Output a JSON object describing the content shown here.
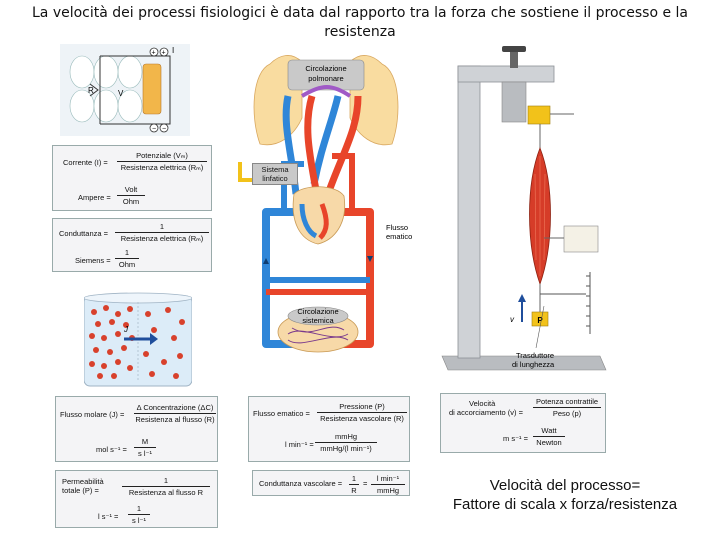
{
  "title": "La velocità dei processi fisiologici è data dal rapporto tra la forza che sostiene il processo e la resistenza",
  "caption": {
    "line1": "Velocità del processo=",
    "line2": "Fattore di scala x forza/resistenza"
  },
  "circuit": {
    "label_i": "I",
    "label_r": "R",
    "label_v": "V"
  },
  "electric": {
    "eq1_lhs": "Corrente (I) =",
    "eq1_num": "Potenziale (Vₘ)",
    "eq1_den": "Resistenza elettrica (Rₘ)",
    "eq2_lhs": "Ampere =",
    "eq2_num": "Volt",
    "eq2_den": "Ohm",
    "eq3_lhs": "Conduttanza =",
    "eq3_num": "1",
    "eq3_den": "Resistenza elettrica (Rₘ)",
    "eq4_lhs": "Siemens =",
    "eq4_num": "1",
    "eq4_den": "Ohm"
  },
  "diffusion": {
    "flux_label": "J",
    "eq1_lhs": "Flusso molare (J) =",
    "eq1_num": "Δ Concentrazione (ΔC)",
    "eq1_den": "Resistenza al flusso (R)",
    "eq2_lhs": "mol s⁻¹ =",
    "eq2_num": "M",
    "eq2_den": "s l⁻¹",
    "eq3_lhs1": "Permeabilità",
    "eq3_lhs2": "totale (P) =",
    "eq3_num": "1",
    "eq3_den": "Resistenza al flusso R",
    "eq4_lhs": "l s⁻¹ =",
    "eq4_num": "1",
    "eq4_den": "s l⁻¹"
  },
  "circulation": {
    "pulmonary1": "Circolazione",
    "pulmonary2": "polmonare",
    "lymph1": "Sistema",
    "lymph2": "linfatico",
    "flow1": "Flusso",
    "flow2": "ematico",
    "systemic1": "Circolazione",
    "systemic2": "sistemica",
    "eq1_lhs": "Flusso ematico =",
    "eq1_num": "Pressione (P)",
    "eq1_den": "Resistenza vascolare (R)",
    "eq2_lhs": "l min⁻¹ =",
    "eq2_num": "mmHg",
    "eq2_den": "mmHg/(l min⁻¹)",
    "eq3_lhs": "Conduttanza vascolare =",
    "eq3_num": "1",
    "eq3_den": "R",
    "eq3_eq": "=",
    "eq3_num2": "l min⁻¹",
    "eq3_den2": "mmHg"
  },
  "muscle": {
    "weight": "P",
    "v": "v",
    "transducer1": "Trasduttore",
    "transducer2": "di lunghezza",
    "eq1_lhs1": "Velocità",
    "eq1_lhs2": "di accorciamento (v) =",
    "eq1_num": "Potenza contrattile",
    "eq1_den": "Peso (p)",
    "eq2_lhs": "m s⁻¹ =",
    "eq2_num": "Watt",
    "eq2_den": "Newton"
  },
  "colors": {
    "arterial": "#e8452a",
    "venous": "#2f86d8",
    "lymph": "#f2c21a",
    "heart": "#f7d9a8",
    "formula_box": "#f4f4f6"
  }
}
